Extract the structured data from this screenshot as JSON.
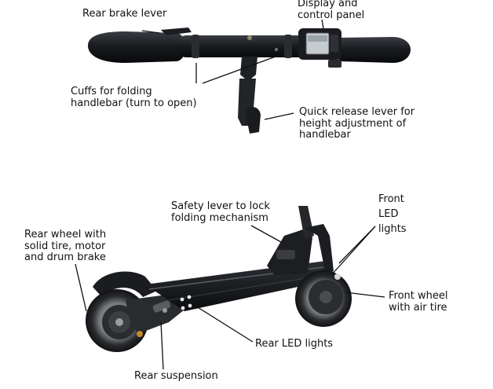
{
  "handlebar": {
    "labels": {
      "rear_brake_lever": "Rear brake lever",
      "display_panel": "Display and\ncontrol panel",
      "cuffs_folding": "Cuffs for folding\nhandlebar (turn to open)",
      "quick_release": "Quick release lever for\nheight adjustment of\nhandlebar"
    }
  },
  "scooter": {
    "labels": {
      "safety_lever": "Safety lever to lock\nfolding mechanism",
      "front_led": "Front\nLED\nlights",
      "rear_wheel": "Rear wheel with\nsolid tire, motor\nand drum brake",
      "front_wheel": "Front wheel\nwith air tire",
      "rear_led": "Rear LED lights",
      "rear_suspension": "Rear suspension"
    }
  }
}
